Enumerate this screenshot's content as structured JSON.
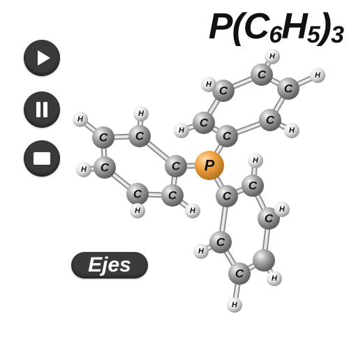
{
  "title": {
    "base": "P(C",
    "sub1": "6",
    "mid": "H",
    "sub2": "5",
    "close": ")",
    "sub3": "3"
  },
  "controls": {
    "play": "play-icon",
    "pause": "pause-icon",
    "stop": "stop-icon"
  },
  "axes_button": {
    "label": "Ejes"
  },
  "molecule": {
    "colors": {
      "phosphorus": "#f0a545",
      "carbon": "#9a9a9a",
      "hydrogen": "#e6e6e6",
      "bond": "#c8c8c8"
    },
    "atoms": [
      {
        "id": "P",
        "label": "P"
      },
      {
        "id": "C1",
        "label": "C"
      },
      {
        "id": "C2",
        "label": "C"
      },
      {
        "id": "C3",
        "label": "C"
      },
      {
        "id": "C4",
        "label": "C"
      },
      {
        "id": "C5",
        "label": "C"
      },
      {
        "id": "C6",
        "label": "C"
      },
      {
        "id": "C7",
        "label": "C"
      },
      {
        "id": "C8",
        "label": "C"
      },
      {
        "id": "C9",
        "label": "C"
      },
      {
        "id": "C10",
        "label": "C"
      },
      {
        "id": "C11",
        "label": "C"
      },
      {
        "id": "C12",
        "label": "C"
      },
      {
        "id": "C13",
        "label": "C"
      },
      {
        "id": "C14",
        "label": "C"
      },
      {
        "id": "C15",
        "label": "C"
      },
      {
        "id": "C16",
        "label": "C"
      },
      {
        "id": "C17",
        "label": "C"
      },
      {
        "id": "C18",
        "label": ""
      },
      {
        "id": "H1",
        "label": "H"
      },
      {
        "id": "H2",
        "label": "H"
      },
      {
        "id": "H3",
        "label": "H"
      },
      {
        "id": "H4",
        "label": "H"
      },
      {
        "id": "H5",
        "label": "H"
      },
      {
        "id": "H6",
        "label": "H"
      },
      {
        "id": "H7",
        "label": "H"
      },
      {
        "id": "H8",
        "label": "H"
      },
      {
        "id": "H9",
        "label": "H"
      },
      {
        "id": "H10",
        "label": "H"
      },
      {
        "id": "H11",
        "label": "H"
      },
      {
        "id": "H12",
        "label": "H"
      },
      {
        "id": "H13",
        "label": "H"
      },
      {
        "id": "H14",
        "label": "H"
      },
      {
        "id": "H15",
        "label": "H"
      }
    ],
    "bonds": [
      [
        "P",
        "C1"
      ],
      [
        "P",
        "C7"
      ],
      [
        "P",
        "C13"
      ],
      [
        "C1",
        "C2"
      ],
      [
        "C2",
        "C3"
      ],
      [
        "C3",
        "C4"
      ],
      [
        "C4",
        "C5"
      ],
      [
        "C5",
        "C6"
      ],
      [
        "C6",
        "C1"
      ],
      [
        "C7",
        "C8"
      ],
      [
        "C8",
        "C9"
      ],
      [
        "C9",
        "C10"
      ],
      [
        "C10",
        "C11"
      ],
      [
        "C11",
        "C12"
      ],
      [
        "C12",
        "C7"
      ],
      [
        "C13",
        "C14"
      ],
      [
        "C14",
        "C15"
      ],
      [
        "C15",
        "C18"
      ],
      [
        "C18",
        "C16"
      ],
      [
        "C16",
        "C17"
      ],
      [
        "C17",
        "C13"
      ],
      [
        "C2",
        "H1"
      ],
      [
        "C3",
        "H2"
      ],
      [
        "C4",
        "H3"
      ],
      [
        "C5",
        "H4"
      ],
      [
        "C6",
        "H5"
      ],
      [
        "C8",
        "H6"
      ],
      [
        "C9",
        "H7"
      ],
      [
        "C10",
        "H8"
      ],
      [
        "C11",
        "H9"
      ],
      [
        "C12",
        "H10"
      ],
      [
        "C14",
        "H11"
      ],
      [
        "C15",
        "H12"
      ],
      [
        "C18",
        "H13"
      ],
      [
        "C16",
        "H14"
      ],
      [
        "C17",
        "H15"
      ]
    ]
  }
}
